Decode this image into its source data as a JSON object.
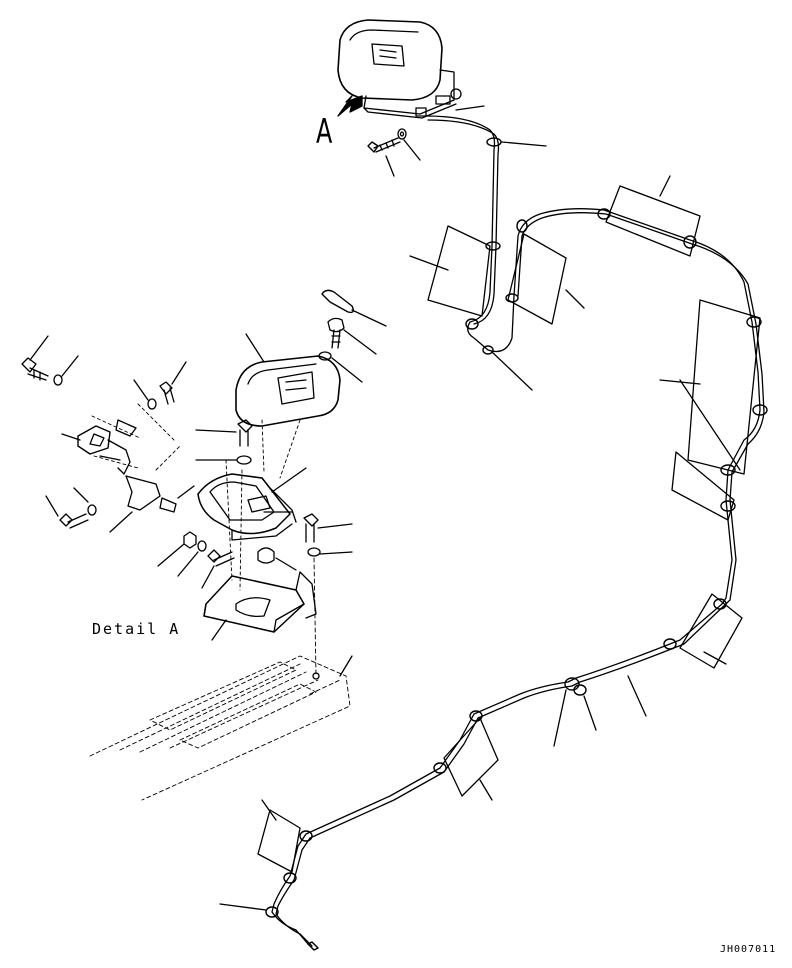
{
  "view_label": "A",
  "detail_label": "Detail A",
  "drawing_ref": "JH007011",
  "icons": {
    "view_arrow": "view-direction-arrow",
    "harness": "wiring-harness",
    "clamp": "cable-clamp-icon",
    "bolt": "bolt-icon",
    "washer": "washer-icon",
    "connector": "connector-icon",
    "beacon": "beacon-lamp-icon"
  },
  "colors": {
    "line": "#000000",
    "background": "#ffffff"
  }
}
